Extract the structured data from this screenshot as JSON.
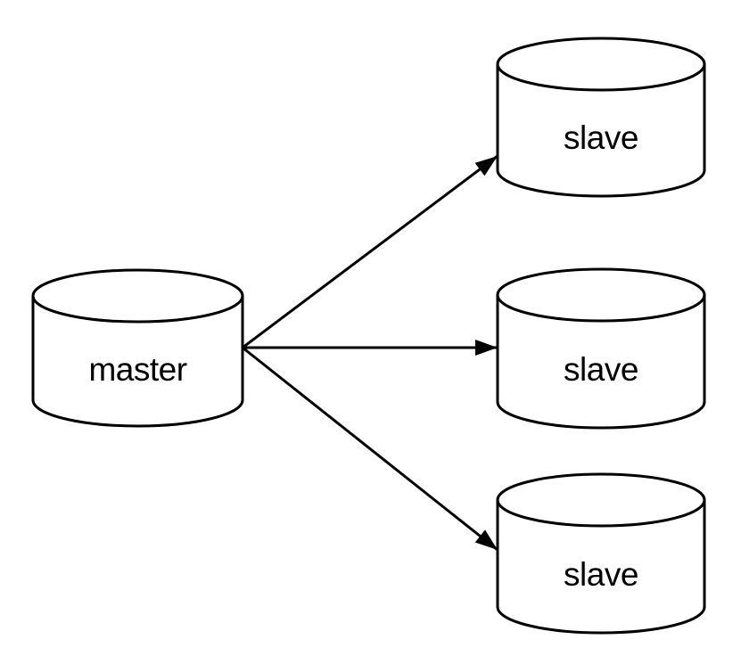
{
  "diagram": {
    "type": "database-replication-topology",
    "background_color": "#ffffff",
    "stroke_color": "#000000",
    "node_fill_color": "#ffffff",
    "text_color": "#000000",
    "node_shape": "database-cylinder",
    "nodes": {
      "master": {
        "label": "master"
      },
      "slave1": {
        "label": "slave"
      },
      "slave2": {
        "label": "slave"
      },
      "slave3": {
        "label": "slave"
      }
    },
    "edges": [
      {
        "from": "master",
        "to": "slave1",
        "style": "solid-arrow"
      },
      {
        "from": "master",
        "to": "slave2",
        "style": "solid-arrow"
      },
      {
        "from": "master",
        "to": "slave3",
        "style": "solid-arrow"
      }
    ]
  }
}
